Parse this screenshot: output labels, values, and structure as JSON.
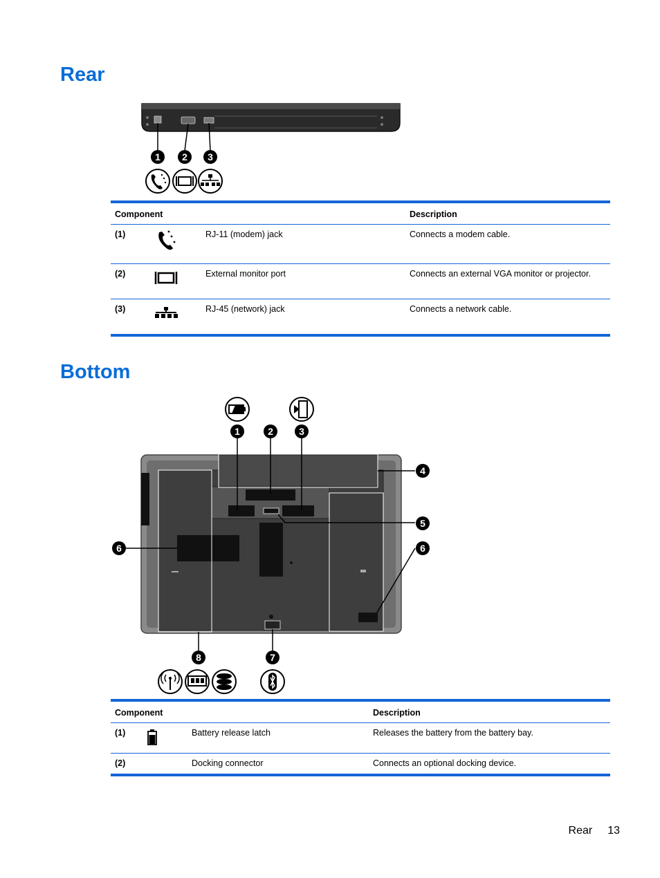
{
  "rear": {
    "heading": "Rear",
    "callouts": [
      "1",
      "2",
      "3"
    ],
    "icons": [
      "phone-modem-icon",
      "monitor-port-icon",
      "network-icon"
    ],
    "table": {
      "headers": [
        "Component",
        "Description"
      ],
      "rows": [
        {
          "num": "(1)",
          "icon": "phone-modem-icon",
          "component": "RJ-11 (modem) jack",
          "description": "Connects a modem cable."
        },
        {
          "num": "(2)",
          "icon": "monitor-port-icon",
          "component": "External monitor port",
          "description": "Connects an external VGA monitor or projector."
        },
        {
          "num": "(3)",
          "icon": "network-icon",
          "component": "RJ-45 (network) jack",
          "description": "Connects a network cable."
        }
      ]
    }
  },
  "bottom": {
    "heading": "Bottom",
    "callouts": [
      "1",
      "2",
      "3",
      "4",
      "5",
      "6",
      "6",
      "7",
      "8"
    ],
    "icons": [
      "battery-icon",
      "docking-icon",
      "wireless-icon",
      "memory-icon",
      "drive-icon",
      "bluetooth-icon"
    ],
    "table": {
      "headers": [
        "Component",
        "Description"
      ],
      "rows": [
        {
          "num": "(1)",
          "icon": "battery-icon",
          "component": "Battery release latch",
          "description": "Releases the battery from the battery bay."
        },
        {
          "num": "(2)",
          "icon": "",
          "component": "Docking connector",
          "description": "Connects an optional docking device."
        }
      ]
    }
  },
  "footer": {
    "section": "Rear",
    "page": "13"
  },
  "colors": {
    "heading": "#0a6dd8",
    "rule": "#1464d8"
  }
}
